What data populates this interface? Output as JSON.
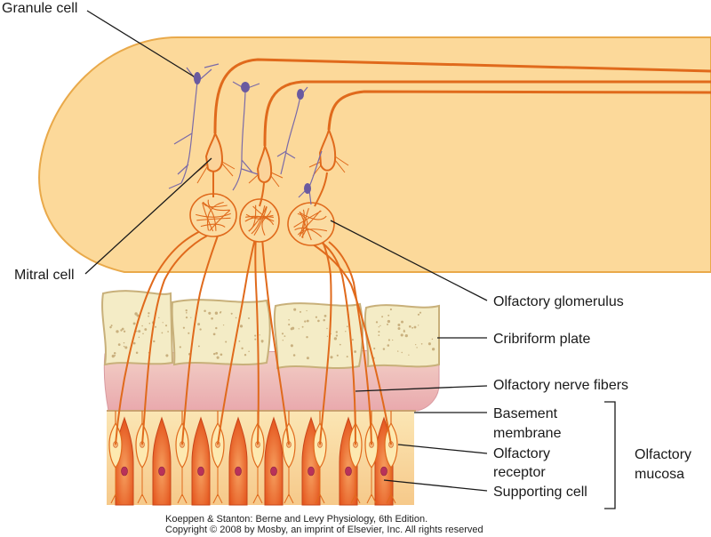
{
  "labels": {
    "granule_cell": "Granule cell",
    "mitral_cell": "Mitral cell",
    "olfactory_glomerulus": "Olfactory glomerulus",
    "cribriform_plate": "Cribriform plate",
    "olfactory_nerve_fibers": "Olfactory nerve fibers",
    "basement_membrane_line1": "Basement",
    "basement_membrane_line2": "membrane",
    "olfactory_receptor_line1": "Olfactory",
    "olfactory_receptor_line2": "receptor",
    "supporting_cell": "Supporting cell",
    "olfactory_mucosa_line1": "Olfactory",
    "olfactory_mucosa_line2": "mucosa"
  },
  "credit": {
    "line1": "Koeppen & Stanton: Berne and Levy Physiology, 6th Edition.",
    "line2": "Copyright © 2008 by Mosby, an imprint of Elsevier, Inc. All rights reserved"
  },
  "colors": {
    "bulb_fill": "#fcd99a",
    "bulb_stroke": "#e9a94a",
    "neuron": "#e06a1c",
    "granule": "#7a6aa8",
    "bone_fill": "#f4ecc6",
    "bone_stroke": "#c8b07a",
    "lamina": "#eebcc0",
    "receptor_fill": "#fbe3a2",
    "supporting_fill": "#ee6a2a"
  }
}
